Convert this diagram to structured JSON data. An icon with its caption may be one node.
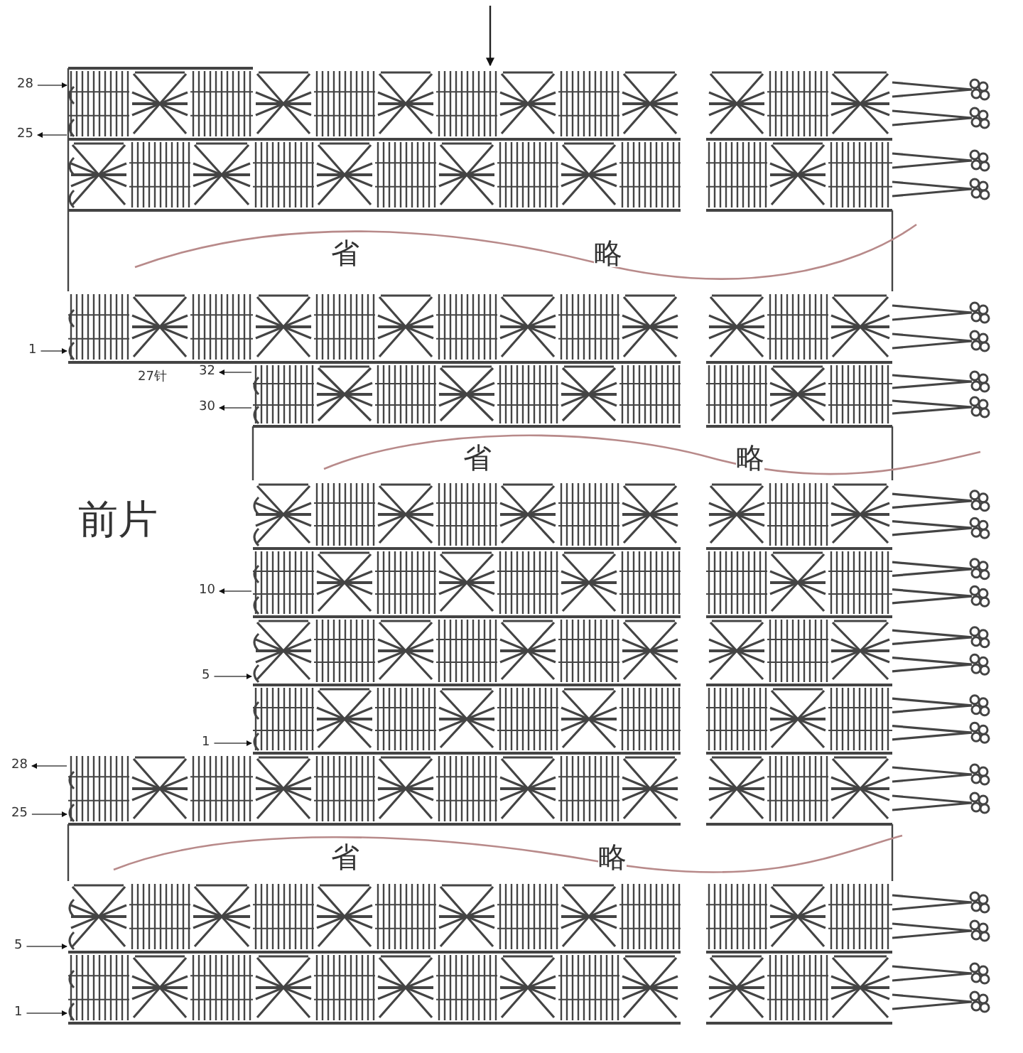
{
  "diagram": {
    "labels": [
      "28",
      "25",
      "省",
      "略",
      "1",
      "27针",
      "32",
      "30",
      "省",
      "略",
      "前片",
      "10",
      "5",
      "1",
      "28",
      "25",
      "省",
      "略",
      "5",
      "1"
    ]
  }
}
